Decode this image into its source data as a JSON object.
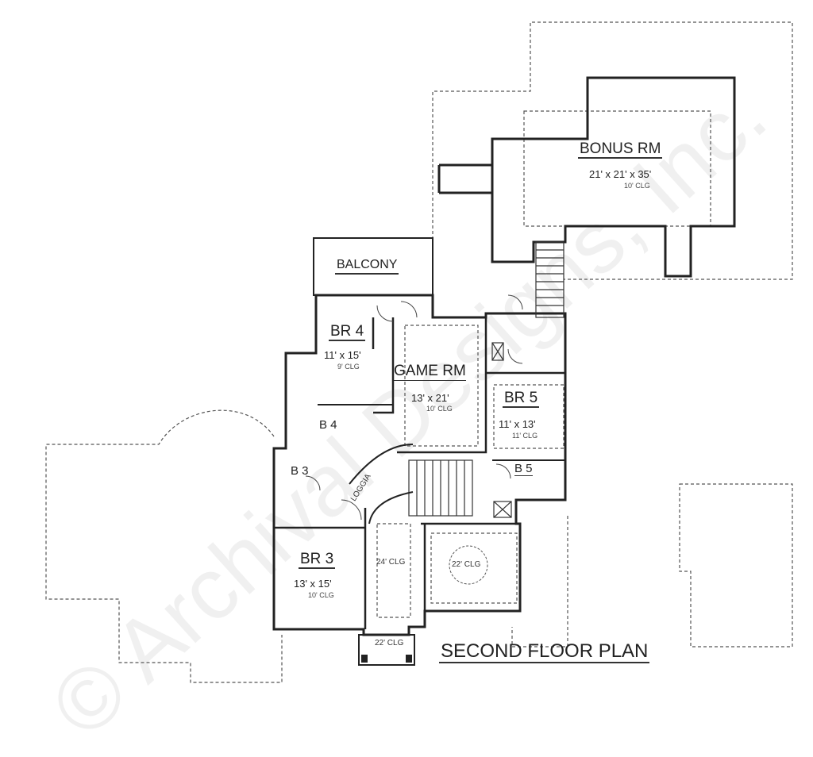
{
  "plan": {
    "title": "SECOND FLOOR PLAN",
    "watermark": "© Archival Designs, Inc.",
    "rooms": {
      "bonus": {
        "name": "BONUS RM",
        "size": "21' x 21' x 35'",
        "ceiling": "10' CLG"
      },
      "balcony": {
        "name": "BALCONY"
      },
      "br4": {
        "name": "BR 4",
        "size": "11' x 15'",
        "ceiling": "9' CLG"
      },
      "game": {
        "name": "GAME RM",
        "size": "13' x 21'",
        "ceiling": "10' CLG"
      },
      "br5": {
        "name": "BR 5",
        "size": "11' x 13'",
        "ceiling": "11' CLG"
      },
      "b4": {
        "name": "B 4"
      },
      "b3": {
        "name": "B 3"
      },
      "b5": {
        "name": "B 5"
      },
      "loggia": {
        "name": "LOGGIA"
      },
      "br3": {
        "name": "BR 3",
        "size": "13' x 15'",
        "ceiling": "10' CLG"
      },
      "open24": {
        "ceiling": "24' CLG"
      },
      "open22": {
        "ceiling": "22' CLG"
      },
      "porch22": {
        "ceiling": "22' CLG"
      }
    }
  }
}
